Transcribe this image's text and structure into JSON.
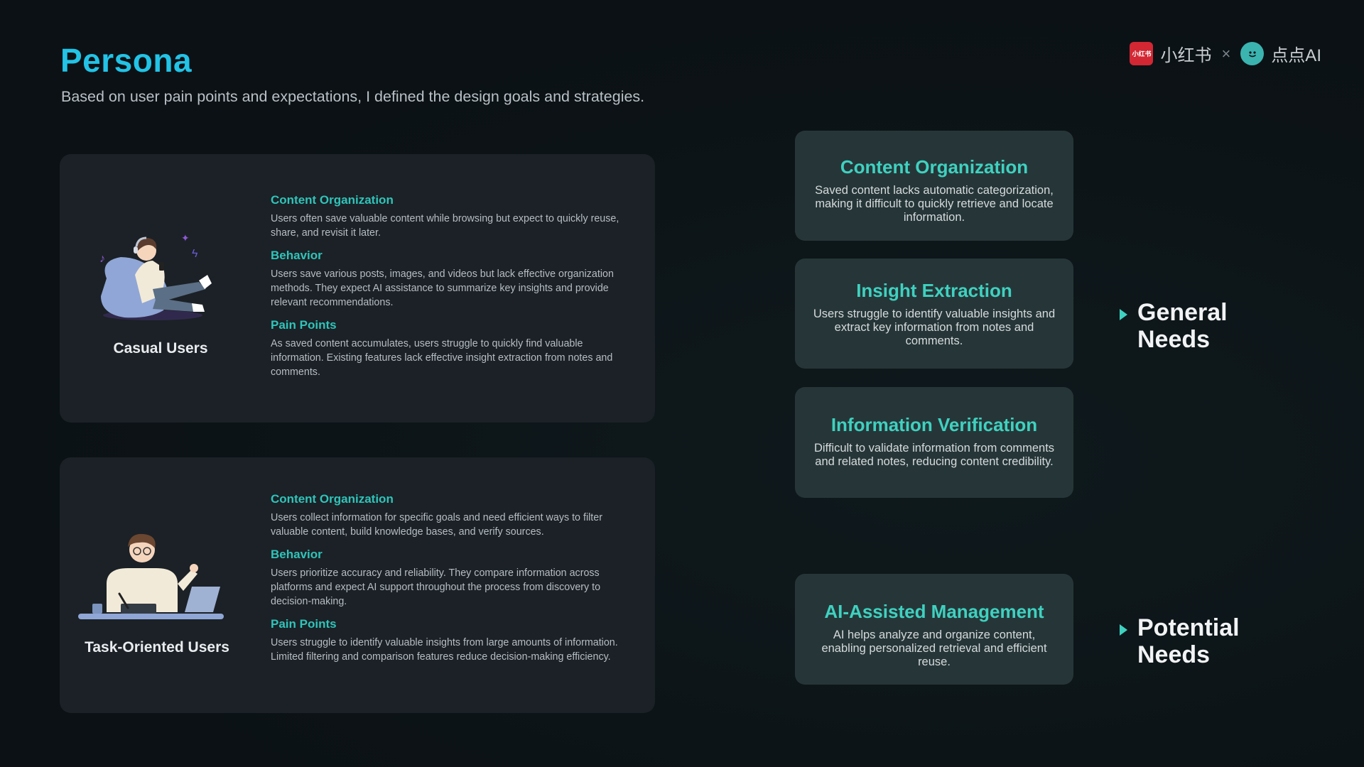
{
  "header": {
    "title": "Persona",
    "subtitle": "Based on user pain points and expectations, I defined the design goals and strategies."
  },
  "brand": {
    "logo1_text": "小红书",
    "logo1_icon_text": "小红书",
    "separator": "×",
    "logo2_text": "点点AI"
  },
  "personas": [
    {
      "name": "Casual Users",
      "sections": [
        {
          "heading": "Content Organization",
          "text": "Users often save valuable content while browsing but expect to quickly reuse, share, and revisit it later."
        },
        {
          "heading": "Behavior",
          "text": "Users save various posts, images, and videos but lack effective organization methods. They expect AI assistance to summarize key insights and provide relevant recommendations."
        },
        {
          "heading": "Pain Points",
          "text": "As saved content accumulates, users struggle to quickly find valuable information. Existing features lack effective insight extraction from notes and comments."
        }
      ]
    },
    {
      "name": "Task-Oriented Users",
      "sections": [
        {
          "heading": "Content Organization",
          "text": "Users collect information for specific goals and need efficient ways to filter valuable content, build knowledge bases, and verify sources."
        },
        {
          "heading": "Behavior",
          "text": "Users prioritize accuracy and reliability. They compare information across platforms and expect AI support throughout the process from discovery to decision-making."
        },
        {
          "heading": "Pain Points",
          "text": "Users struggle to identify valuable insights from large amounts of information. Limited filtering and comparison features reduce decision-making efficiency."
        }
      ]
    }
  ],
  "needs": [
    {
      "title": "Content Organization",
      "text": "Saved content lacks automatic categorization, making it difficult to quickly retrieve and locate information."
    },
    {
      "title": "Insight Extraction",
      "text": "Users struggle to identify valuable insights and extract key information from notes and comments."
    },
    {
      "title": "Information Verification",
      "text": "Difficult to validate information from comments and related notes, reducing content credibility."
    },
    {
      "title": "AI-Assisted Management",
      "text": "AI helps analyze and organize content, enabling personalized retrieval and efficient reuse."
    }
  ],
  "need_groups": {
    "general_line1": "General",
    "general_line2": "Needs",
    "potential_line1": "Potential",
    "potential_line2": "Needs"
  },
  "colors": {
    "title": "#22c3e6",
    "accent": "#3fd1c0",
    "card_bg": "#1b2126",
    "need_card_bg": "#263638",
    "background": "#0c1217"
  }
}
